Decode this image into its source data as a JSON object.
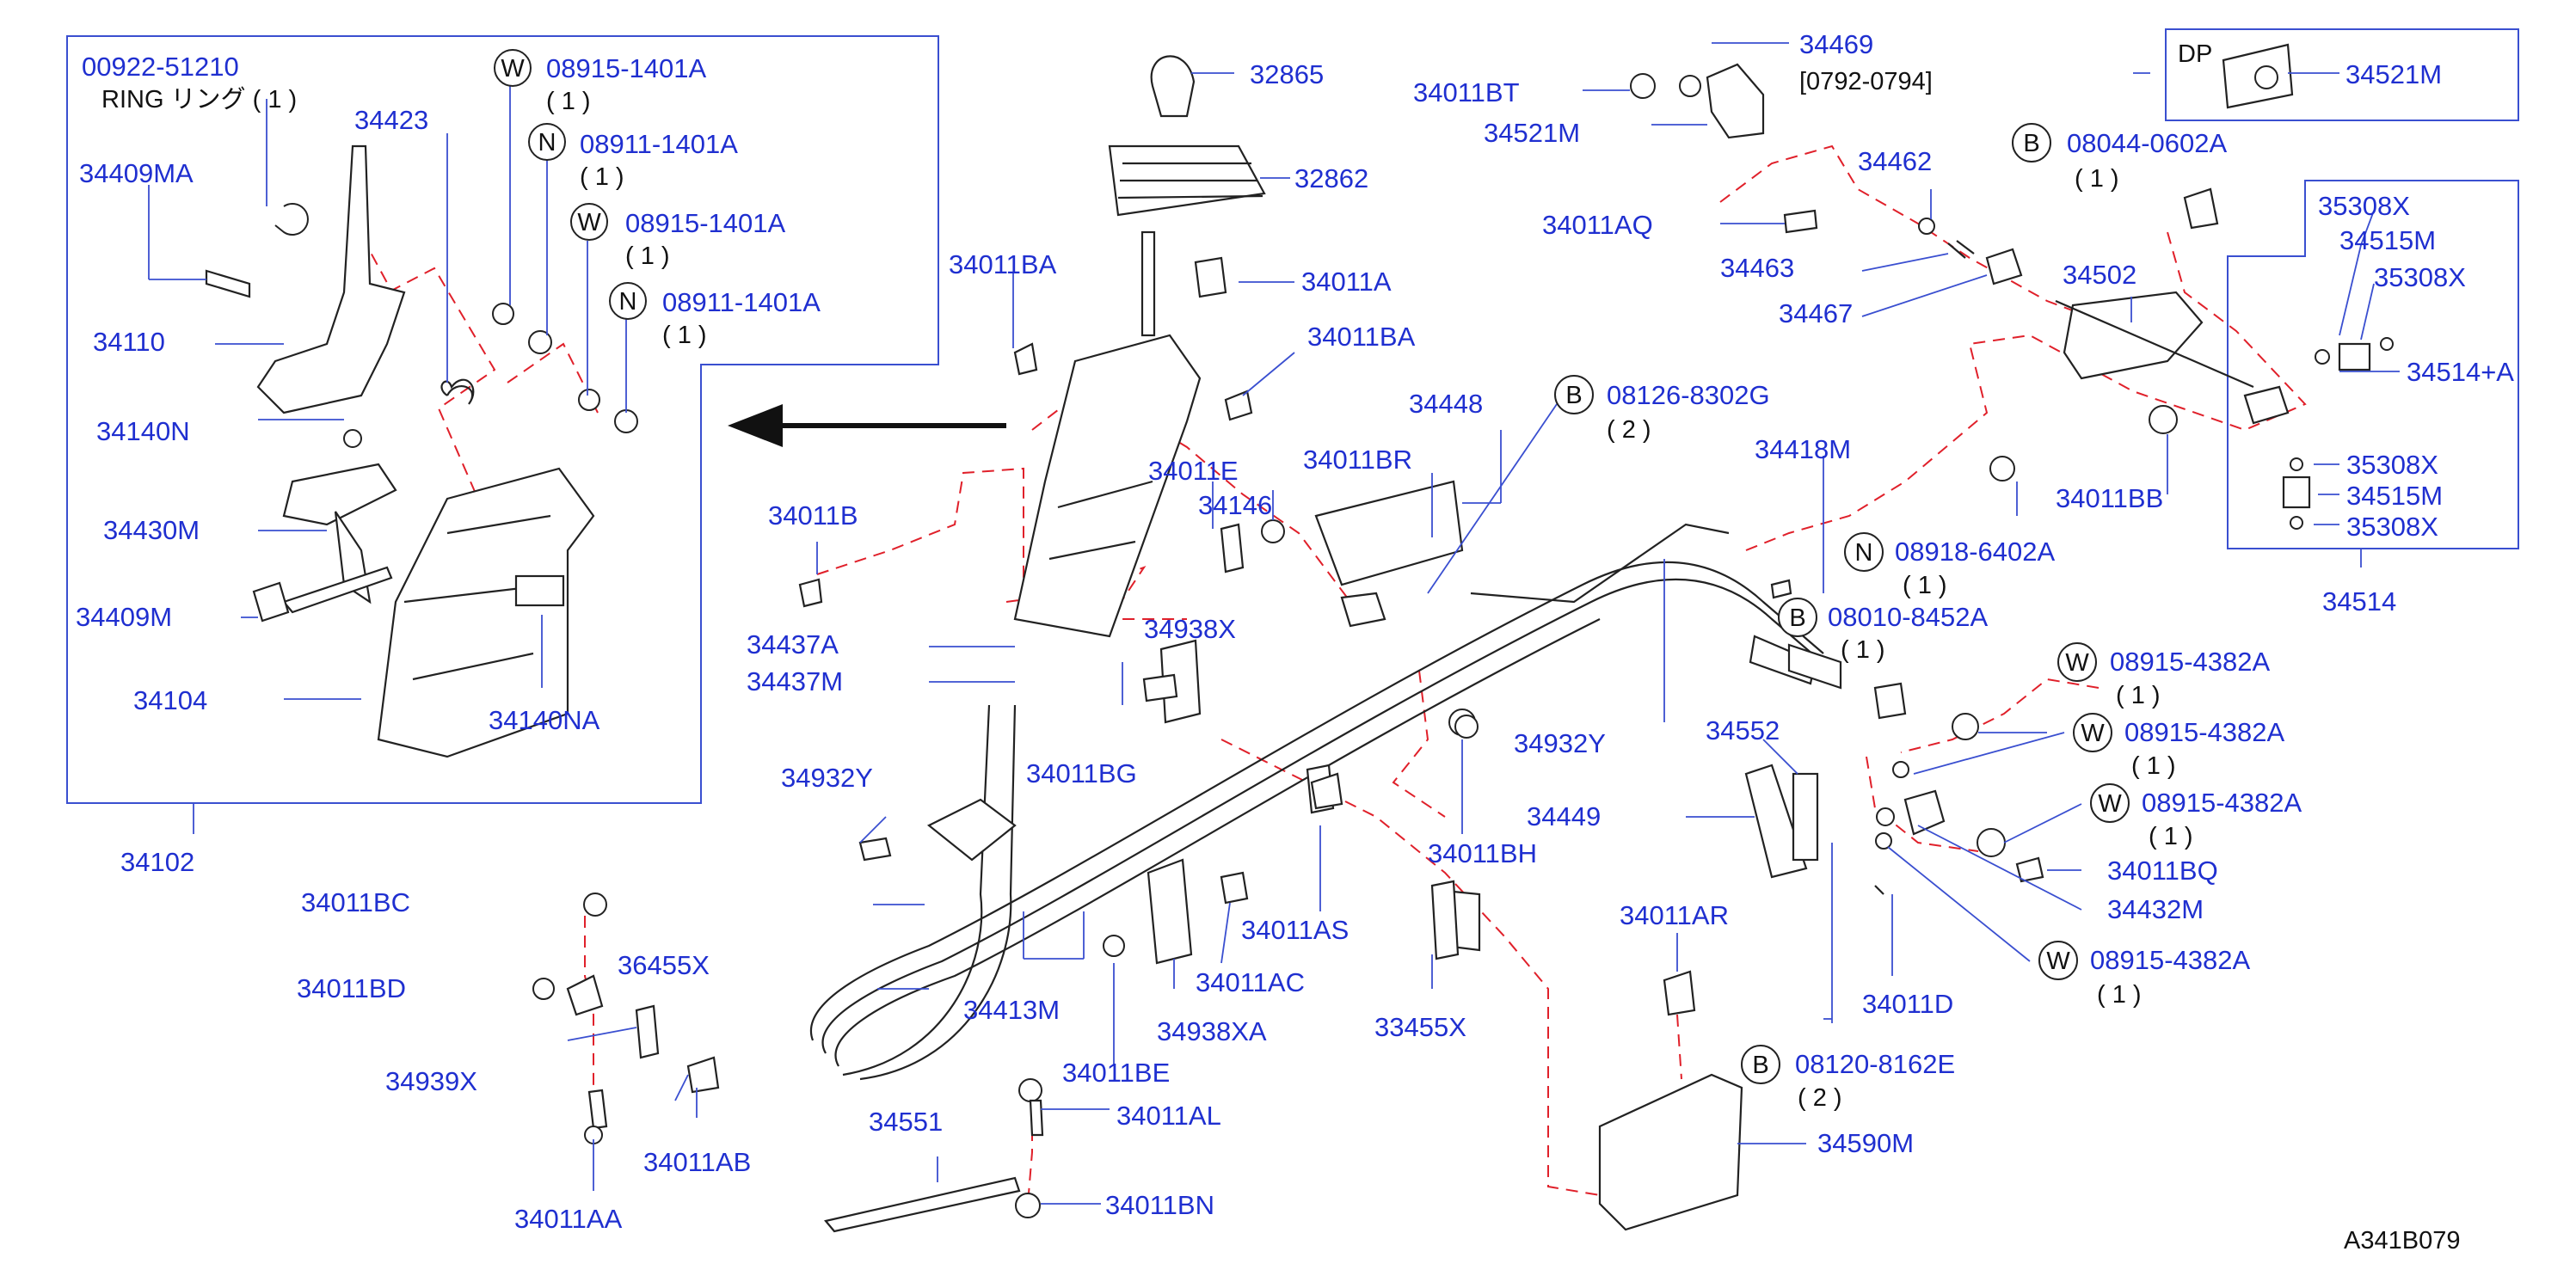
{
  "callouts": {
    "c00922_51210": "00922-51210",
    "c_ring": "RING リング ( 1 )",
    "c34423": "34423",
    "c34409MA": "34409MA",
    "c34110": "34110",
    "c34140N": "34140N",
    "c34430M": "34430M",
    "c34409M": "34409M",
    "c34104": "34104",
    "c34140NA": "34140NA",
    "c34102": "34102",
    "cW08915_1401A_1": "08915-1401A",
    "cN08911_1401A_1": "08911-1401A",
    "cW08915_1401A_2": "08915-1401A",
    "cN08911_1401A_2": "08911-1401A",
    "q1": "( 1 )",
    "c32865": "32865",
    "c32862": "32862",
    "c34011BA_1": "34011BA",
    "c34011A": "34011A",
    "c34011BA_2": "34011BA",
    "c34011B": "34011B",
    "c34011E": "34011E",
    "c34146": "34146",
    "c34011BR": "34011BR",
    "c34448": "34448",
    "c34437A": "34437A",
    "c34437M": "34437M",
    "c34938X": "34938X",
    "c34011BG": "34011BG",
    "c34932Y_1": "34932Y",
    "c34011BC": "34011BC",
    "c34011BD": "34011BD",
    "c36455X": "36455X",
    "c34939X": "34939X",
    "c34011AB": "34011AB",
    "c34011AA": "34011AA",
    "c34413M": "34413M",
    "c34938XA": "34938XA",
    "c34011AC": "34011AC",
    "c34011AS": "34011AS",
    "c34011BE": "34011BE",
    "c34011AL": "34011AL",
    "c34551": "34551",
    "c34011BN": "34011BN",
    "c34011BH": "34011BH",
    "c33455X": "33455X",
    "c34011BT": "34011BT",
    "c34469": "34469",
    "c0792": "[0792-0794]",
    "c34521M_1": "34521M",
    "c34011AQ": "34011AQ",
    "c34462": "34462",
    "c34463": "34463",
    "c34467": "34467",
    "c34502": "34502",
    "cB08044": "08044-0602A",
    "cDP": "DP",
    "c34521M_2": "34521M",
    "c35308X_1": "35308X",
    "c34515M_1": "34515M",
    "c35308X_2": "35308X",
    "c34514A": "34514+A",
    "c35308X_3": "35308X",
    "c34515M_2": "34515M",
    "c35308X_4": "35308X",
    "c34514": "34514",
    "c34011BB": "34011BB",
    "cB08126": "08126-8302G",
    "q2": "( 2 )",
    "c34418M": "34418M",
    "cN08918": "08918-6402A",
    "cB08010": "08010-8452A",
    "cW08915_4382A_1": "08915-4382A",
    "cW08915_4382A_2": "08915-4382A",
    "cW08915_4382A_3": "08915-4382A",
    "cW08915_4382A_4": "08915-4382A",
    "c34932Y_2": "34932Y",
    "c34552": "34552",
    "c34449": "34449",
    "c34011BQ": "34011BQ",
    "c34432M": "34432M",
    "c34011D": "34011D",
    "c34011AR": "34011AR",
    "cB08120": "08120-8162E",
    "c34590M": "34590M",
    "c_ref": "A341B079"
  },
  "symbols": {
    "W": "W",
    "N": "N",
    "B": "B"
  },
  "colors": {
    "label": "#1f2fd0",
    "leader": "#3a4fd0",
    "dash": "#e0202a",
    "part": "#222222"
  }
}
